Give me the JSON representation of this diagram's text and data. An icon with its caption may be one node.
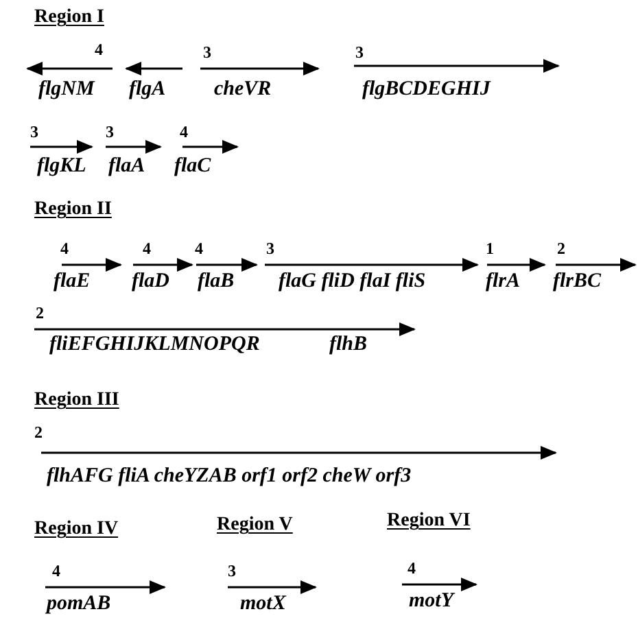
{
  "diagram": {
    "labels": [
      "Region I",
      "4",
      "flgNM",
      "flgA",
      "3",
      "cheVR",
      "3",
      "flgBCDEGHIJ",
      "3",
      "flgKL",
      "3",
      "flaA",
      "4",
      "flaC",
      "Region II",
      "4",
      "flaE",
      "4",
      "flaD",
      "4",
      "flaB",
      "3",
      "flaG fliD flaI fliS",
      "1",
      "flrA",
      "2",
      "flrBC",
      "2",
      "fliEFGHIJKLMNOPQR",
      "flhB",
      "Region III",
      "2",
      "flhAFG fliA cheYZAB orf1 orf2 cheW orf3",
      "Region IV",
      "Region V",
      "Region VI",
      "4",
      "pomAB",
      "3",
      "motX",
      "4",
      "motY"
    ]
  }
}
